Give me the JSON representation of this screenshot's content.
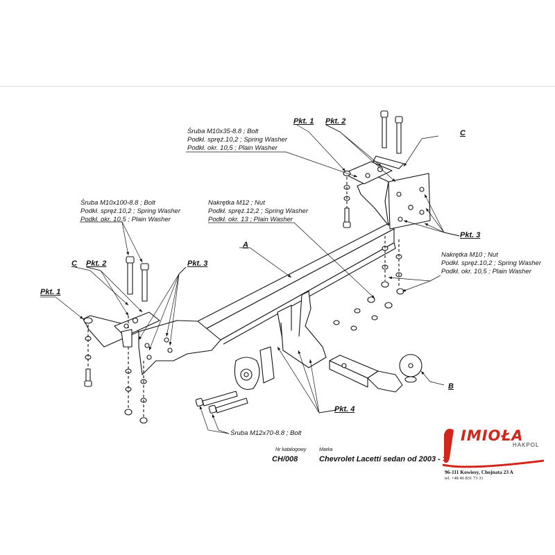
{
  "labels": {
    "bolt_top_right": [
      "Śruba M10x35-8.8 ;  Bolt",
      "Podkł. spręż.10,2 ; Spring Washer",
      "Podkł. okr. 10,5 ; Plain Washer"
    ],
    "bolt_left": [
      "Śruba M10x100-8.8 ;  Bolt",
      "Podkł. spręż.10,2 ; Spring Washer",
      "Podkł. okr. 10,5 ; Plain Washer"
    ],
    "nut_m12": [
      "Nakrętka  M12 ; Nut",
      "Podkł. spręż.12,2 ; Spring Washer",
      "Podkł. okr. 13 ; Plain Washer"
    ],
    "nut_m10": [
      "Nakrętka  M10 ; Nut",
      "Podkł. spręż.10,2 ; Spring Washer",
      "Podkł. okr. 10,5 ; Plain Washer"
    ],
    "bolt_m12": "Śruba M12x70-8.8 ;  Bolt"
  },
  "callouts": {
    "pkt1_top": "Pkt. 1",
    "pkt2_top": "Pkt. 2",
    "c_top": "C",
    "pkt3_right": "Pkt. 3",
    "a": "A",
    "c_left": "C",
    "pkt2_left": "Pkt. 2",
    "pkt3_left": "Pkt. 3",
    "pkt1_left": "Pkt. 1",
    "b": "B",
    "pkt4": "Pkt. 4"
  },
  "catalog": {
    "nr_label": "Nr katalogowy",
    "nr_value": "CH/008",
    "marka_label": "Marka",
    "marka_value": "Chevrolet Lacetti sedan    od  2003 - >"
  },
  "brand": {
    "name": "IMIOŁA",
    "sub": "HAKPOL",
    "address": "96-111 Kowiesy, Chojnata 23 A",
    "tel": "tel. +48 46 831 73 31",
    "color": "#d0261b"
  }
}
